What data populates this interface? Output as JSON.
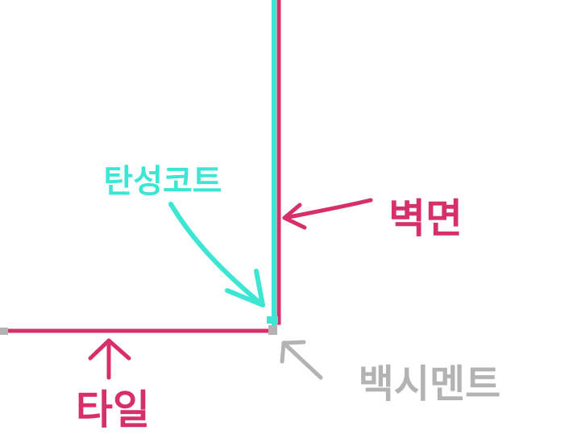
{
  "labels": {
    "caulk": "탄성코트",
    "wall": "벽면",
    "tile": "타일",
    "white_cement": "백시멘트"
  },
  "colors": {
    "wall_line": "#d62f6a",
    "caulk": "#3de6d2",
    "tile_line": "#d62f6a",
    "cement": "#b3b3b3",
    "background": "#ffffff"
  }
}
